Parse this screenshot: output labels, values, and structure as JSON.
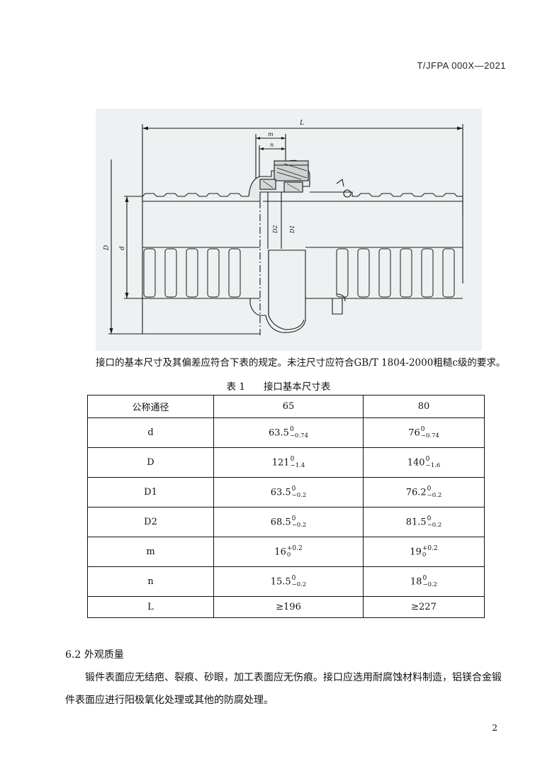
{
  "header": {
    "code": "T/JFPA 000X—2021"
  },
  "figure": {
    "labels": {
      "L": "L",
      "m": "m",
      "n": "n",
      "D": "D",
      "d": "d",
      "D2": "D2",
      "D1": "D1"
    }
  },
  "intro_text": "接口的基本尺寸及其偏差应符合下表的规定。未注尺寸应符合GB/T 1804-2000粗糙c级的要求。",
  "table": {
    "caption_num": "表 1",
    "caption_title": "接口基本尺寸表",
    "header": [
      "公称通径",
      "65",
      "80"
    ],
    "rows": [
      {
        "label": "d",
        "v65": "63.5",
        "v65_up": "0",
        "v65_low": "−0.74",
        "v80": "76",
        "v80_up": "0",
        "v80_low": "−0.74"
      },
      {
        "label": "D",
        "v65": "121",
        "v65_up": "0",
        "v65_low": "−1.4",
        "v80": "140",
        "v80_up": "0",
        "v80_low": "−1.6"
      },
      {
        "label": "D1",
        "v65": "63.5",
        "v65_up": "0",
        "v65_low": "−0.2",
        "v80": "76.2",
        "v80_up": "0",
        "v80_low": "−0.2"
      },
      {
        "label": "D2",
        "v65": "68.5",
        "v65_up": "0",
        "v65_low": "−0.2",
        "v80": "81.5",
        "v80_up": "0",
        "v80_low": "−0.2"
      },
      {
        "label": "m",
        "v65": "16",
        "v65_up": "+0.2",
        "v65_low": "0",
        "v80": "19",
        "v80_up": "+0.2",
        "v80_low": "0"
      },
      {
        "label": "n",
        "v65": "15.5",
        "v65_up": "0",
        "v65_low": "−0.2",
        "v80": "18",
        "v80_up": "0",
        "v80_low": "−0.2"
      }
    ],
    "last_row": {
      "label": "L",
      "v65": "≥196",
      "v80": "≥227"
    }
  },
  "section": {
    "title": "6.2 外观质量",
    "paragraph": "锻件表面应无结疤、裂痕、砂眼，加工表面应无伤痕。接口应选用耐腐蚀材料制造，铝镁合金锻件表面应进行阳极氧化处理或其他的防腐处理。"
  },
  "page_number": "2"
}
